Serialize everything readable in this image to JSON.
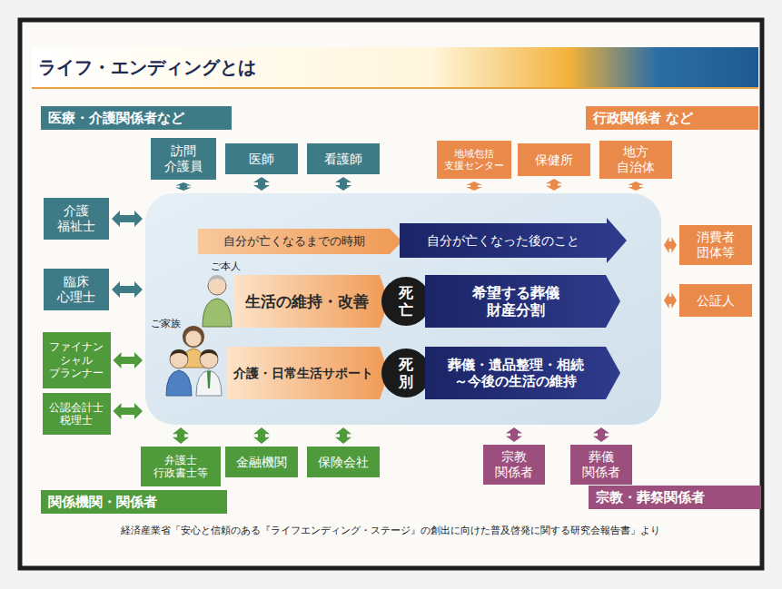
{
  "diagram": {
    "title": "ライフ・エンディングとは",
    "caption": "経済産業省「安心と信頼のある『ライフエンディング・ステージ』の創出に向けた普及啓発に関する研究会報告書」より",
    "nodes": [
      {
        "text": [
          "医療・介護関係者など"
        ]
      },
      {
        "text": [
          "行政関係者 など"
        ]
      },
      {
        "text": [
          "訪問 介護員"
        ]
      },
      {
        "text": [
          "医師"
        ]
      },
      {
        "text": [
          "看護師"
        ]
      },
      {
        "text": [
          "地域包括 支援センター"
        ]
      },
      {
        "text": [
          "保健所"
        ]
      },
      {
        "text": [
          "地方 自治体"
        ]
      },
      {
        "text": []
      },
      {
        "text": [
          "自分が亡くなるまでの時期"
        ],
        "in": 8
      },
      {
        "text": [
          "自分が亡くなった後のこと"
        ],
        "in": 8
      },
      {
        "text": [
          "生活の維持・改善"
        ],
        "in": 8
      },
      {
        "text": [
          "死 亡"
        ],
        "in": 8
      },
      {
        "text": [
          "希望する葬儀 財産分割"
        ],
        "in": 8
      },
      {
        "text": [
          "介護・日常生活サポート"
        ],
        "in": 8
      },
      {
        "text": [
          "死 別"
        ],
        "in": 8
      },
      {
        "text": [
          "葬儀・遺品整理・相続 ～今後の生活の維持"
        ],
        "in": 8
      },
      {
        "text": [
          "介護 福祉士"
        ]
      },
      {
        "text": [
          "消費者 団体等"
        ]
      },
      {
        "text": [
          "臨床 心理士"
        ]
      },
      {
        "text": [
          "公証人"
        ]
      },
      {
        "text": [
          "ファイナン シャル プランナー"
        ]
      },
      {
        "text": [
          "公認会計士 税理士"
        ]
      },
      {
        "text": [
          "弁護士 行政書士等"
        ]
      },
      {
        "text": [
          "金融機関"
        ]
      },
      {
        "text": [
          "保険会社"
        ]
      },
      {
        "text": [
          "宗教 関係者"
        ]
      },
      {
        "text": [
          "葬儀 関係者"
        ]
      },
      {
        "text": [
          "関係機関・関係者"
        ]
      },
      {
        "text": [
          "宗教・葬祭関係者"
        ]
      }
    ],
    "edges": [
      {
        "from": 2,
        "to": 8,
        "arrow": "both"
      },
      {
        "from": 3,
        "to": 8,
        "arrow": "both"
      },
      {
        "from": 4,
        "to": 8,
        "arrow": "both"
      },
      {
        "from": 5,
        "to": 8,
        "arrow": "both"
      },
      {
        "from": 6,
        "to": 8,
        "arrow": "both"
      },
      {
        "from": 7,
        "to": 8,
        "arrow": "both"
      },
      {
        "from": 17,
        "to": 8,
        "arrow": "both"
      },
      {
        "from": 19,
        "to": 8,
        "arrow": "both"
      },
      {
        "from": 21,
        "to": 8,
        "arrow": "both"
      },
      {
        "from": 22,
        "to": 8,
        "arrow": "both"
      },
      {
        "from": 18,
        "to": 8,
        "arrow": "both"
      },
      {
        "from": 20,
        "to": 8,
        "arrow": "both"
      },
      {
        "from": 23,
        "to": 8,
        "arrow": "both"
      },
      {
        "from": 24,
        "to": 8,
        "arrow": "both"
      },
      {
        "from": 25,
        "to": 8,
        "arrow": "both"
      },
      {
        "from": 26,
        "to": 8,
        "arrow": "both"
      },
      {
        "from": 27,
        "to": 8,
        "arrow": "both"
      }
    ],
    "labels": [
      "ご本人",
      "ご家族"
    ]
  }
}
